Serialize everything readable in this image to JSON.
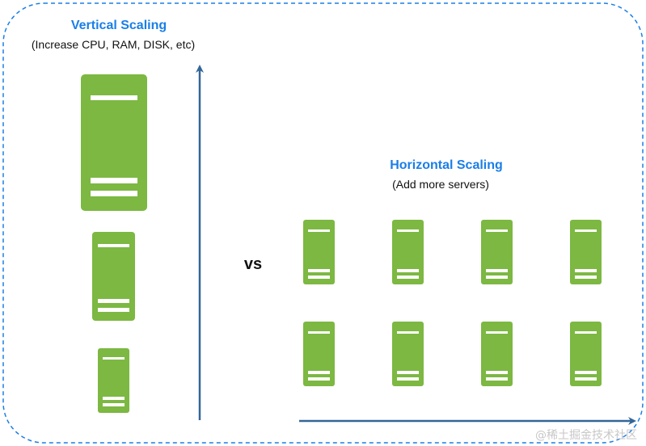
{
  "vertical": {
    "title": "Vertical Scaling",
    "subtitle": "(Increase CPU, RAM, DISK, etc)"
  },
  "horizontal": {
    "title": "Horizontal Scaling",
    "subtitle": "(Add more servers)"
  },
  "vs_label": "vs",
  "watermark": "@稀土掘金技术社区",
  "colors": {
    "server": "#7cb842",
    "server_stripe": "#ffffff",
    "arrow": "#336699",
    "border": "#1a7ee8",
    "title": "#1a7ee8"
  }
}
